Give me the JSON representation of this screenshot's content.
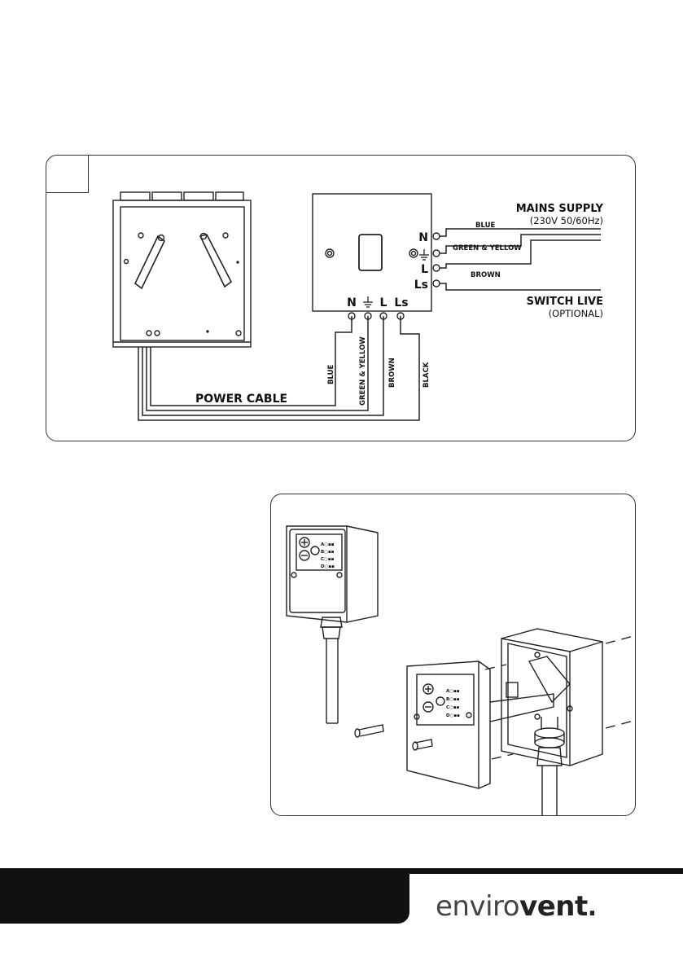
{
  "wiring": {
    "mains_supply_label": "MAINS SUPPLY",
    "mains_supply_spec": "(230V 50/60Hz)",
    "switch_live_label": "SWITCH LIVE",
    "switch_live_note": "(OPTIONAL)",
    "power_cable_label": "POWER CABLE",
    "terminal_side": [
      "N",
      "L",
      "Ls"
    ],
    "terminal_bottom": [
      "N",
      "L",
      "Ls"
    ],
    "wire_right": [
      "BLUE",
      "GREEN & YELLOW",
      "BROWN"
    ],
    "wire_vertical": [
      "BLUE",
      "GREEN & YELLOW",
      "BROWN",
      "BLACK"
    ]
  },
  "controller": {
    "rows": [
      "A○▪▪",
      "B○▪▪",
      "C○▪▪",
      "D○▪▪"
    ]
  },
  "brand": {
    "part1": "enviro",
    "part2": "vent",
    "dot": "."
  },
  "colors": {
    "line": "#222222",
    "footer": "#111111"
  }
}
